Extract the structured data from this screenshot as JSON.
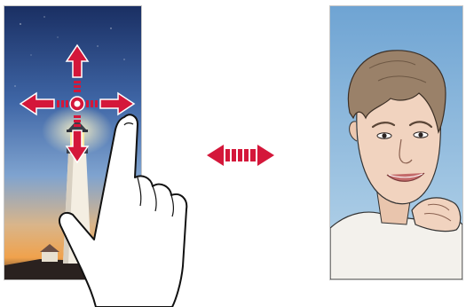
{
  "figure": {
    "rear_camera_view": {
      "scene": "lighthouse-at-dusk",
      "gesture": "swipe-up-down-left-right"
    },
    "switch_indicator": {
      "meaning": "switch-between-rear-and-front-camera"
    },
    "front_camera_view": {
      "scene": "selfie-portrait"
    },
    "colors": {
      "arrow_red": "#d4173a",
      "sky_top": "#1e3569",
      "sky_mid": "#5a7fb8",
      "horizon_glow": "#f2a04a",
      "lighthouse_white": "#f4eee2",
      "front_bg_top": "#6fa4d3",
      "front_bg_bottom": "#b9d6ea"
    }
  }
}
